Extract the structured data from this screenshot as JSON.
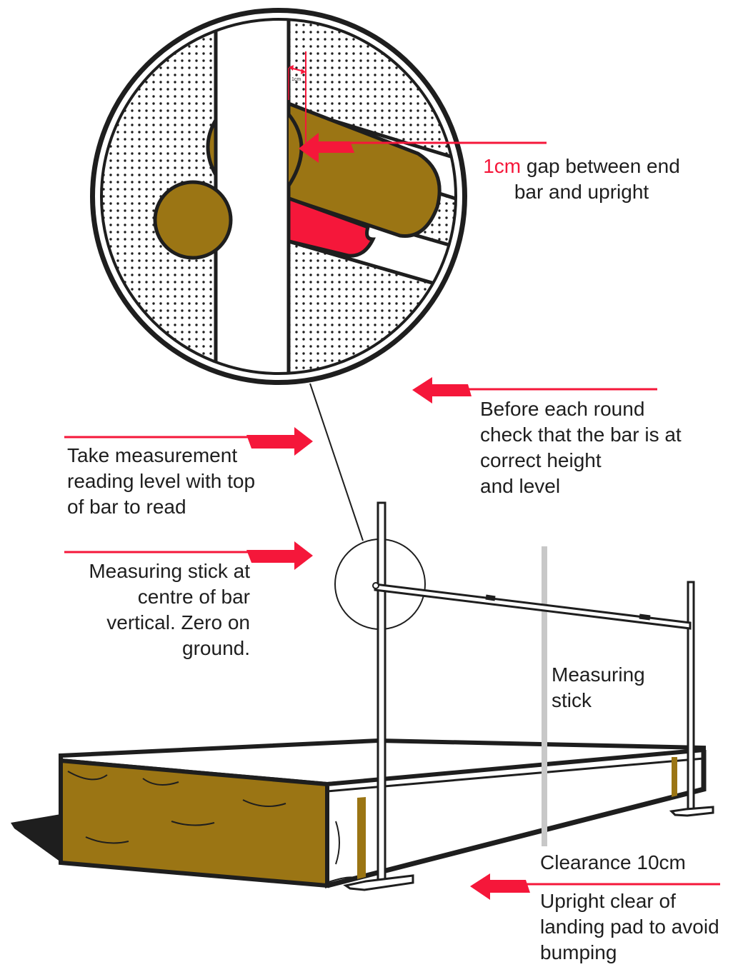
{
  "colors": {
    "accent": "#f5173a",
    "pad": "#9b7514",
    "outline": "#1e1e1e",
    "stick": "#c8c8c8",
    "background": "#ffffff"
  },
  "icons": [
    "arrow-left-icon",
    "arrow-right-icon",
    "magnifier-circle-icon"
  ],
  "callouts": {
    "gap_scale": "1cm",
    "gap_value": "1cm",
    "gap_line1_rest": "gap between end",
    "gap_line2": "bar and upright",
    "before_round": [
      "Before each round",
      "check that the bar is at",
      "correct height",
      "and level"
    ],
    "take_measurement": [
      "Take measurement",
      "reading level with top",
      "of bar to read"
    ],
    "measuring_stick_centre": [
      "Measuring stick at",
      "centre of bar",
      "vertical. Zero on",
      "ground."
    ],
    "measuring_stick": [
      "Measuring",
      "stick"
    ],
    "clearance": "Clearance 10cm",
    "upright_clear": [
      "Upright clear of",
      "landing pad to avoid",
      "bumping"
    ]
  }
}
